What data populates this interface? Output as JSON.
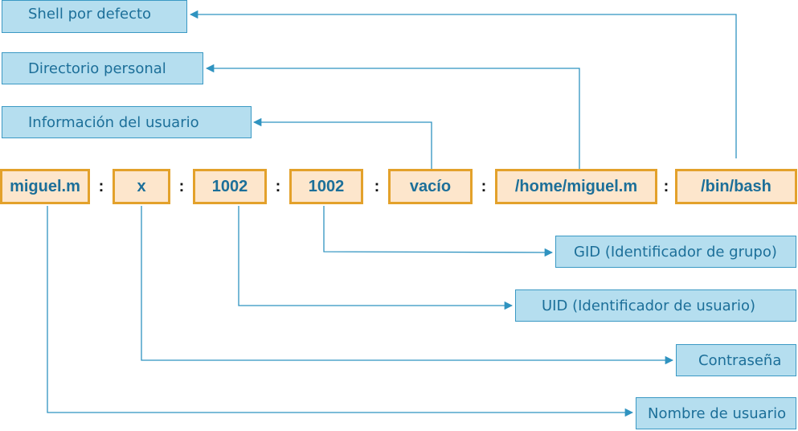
{
  "colors": {
    "label_fill": "#b5deef",
    "label_border": "#3b99c4",
    "label_text": "#1c6f99",
    "field_fill": "#fde6cc",
    "field_border": "#e3a12b",
    "connector": "#2f93c0"
  },
  "fields": [
    {
      "id": "username",
      "value": "miguel.m"
    },
    {
      "id": "password",
      "value": "x"
    },
    {
      "id": "uid",
      "value": "1002"
    },
    {
      "id": "gid",
      "value": "1002"
    },
    {
      "id": "info",
      "value": "vacío"
    },
    {
      "id": "home",
      "value": "/home/miguel.m"
    },
    {
      "id": "shell",
      "value": "/bin/bash"
    }
  ],
  "separator": ":",
  "labels": {
    "shell": "Shell por defecto",
    "home": "Directorio personal",
    "info": "Información del usuario",
    "gid": "GID (Identificador de grupo)",
    "uid": "UID (Identificador de usuario)",
    "password": "Contraseña",
    "username": "Nombre de usuario"
  }
}
